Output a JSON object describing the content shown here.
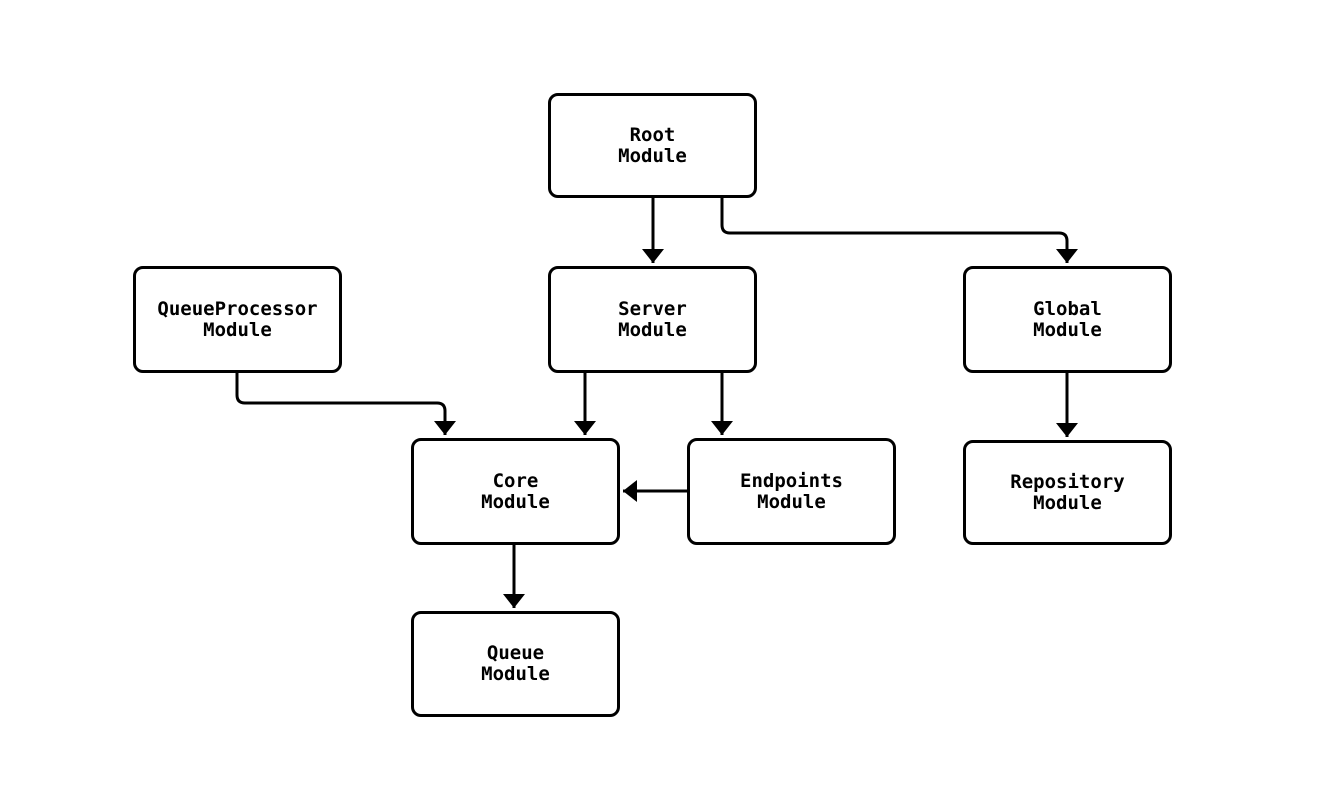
{
  "diagram": {
    "type": "flowchart",
    "direction": "top-down",
    "nodes": [
      {
        "id": "root",
        "label": "Root\nModule"
      },
      {
        "id": "queueProcessor",
        "label": "QueueProcessor\nModule"
      },
      {
        "id": "server",
        "label": "Server\nModule"
      },
      {
        "id": "global",
        "label": "Global\nModule"
      },
      {
        "id": "core",
        "label": "Core\nModule"
      },
      {
        "id": "endpoints",
        "label": "Endpoints\nModule"
      },
      {
        "id": "repository",
        "label": "Repository\nModule"
      },
      {
        "id": "queue",
        "label": "Queue\nModule"
      }
    ],
    "edges": [
      {
        "from": "root",
        "to": "server"
      },
      {
        "from": "root",
        "to": "global"
      },
      {
        "from": "queueProcessor",
        "to": "core"
      },
      {
        "from": "server",
        "to": "core"
      },
      {
        "from": "server",
        "to": "endpoints"
      },
      {
        "from": "endpoints",
        "to": "core"
      },
      {
        "from": "global",
        "to": "repository"
      },
      {
        "from": "core",
        "to": "queue"
      }
    ],
    "colors": {
      "background": "#ffffff",
      "node_fill": "#ffffff",
      "node_border": "#000000",
      "edge": "#000000",
      "text": "#000000"
    }
  }
}
